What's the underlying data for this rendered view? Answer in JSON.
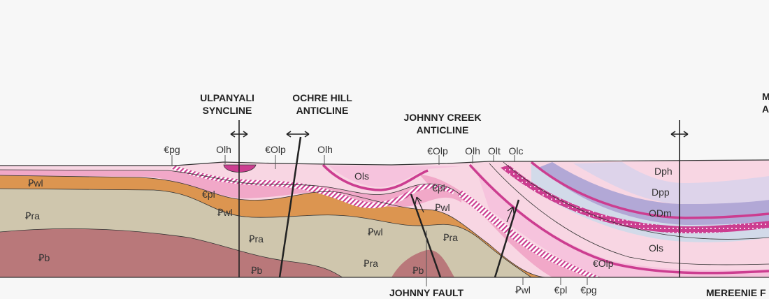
{
  "structures": {
    "ulpanyali": [
      "ULPANYALI",
      "SYNCLINE"
    ],
    "ochre_hill": [
      "OCHRE HILL",
      "ANTICLINE"
    ],
    "johnny_creek": [
      "JOHNNY CREEK",
      "ANTICLINE"
    ],
    "right_cut": [
      "M",
      "A"
    ]
  },
  "faults": {
    "johnny": "JOHNNY FAULT",
    "mereenie": "MEREENIE F"
  },
  "surface_labels": [
    "€pg",
    "Olh",
    "€Olp",
    "Olh",
    "€Olp",
    "Olh",
    "Olt",
    "Olc"
  ],
  "bottom_labels": [
    "Ꝑwl",
    "€pl",
    "€pg"
  ],
  "unit_labels": {
    "left_wl": "Ꝑwl",
    "left_ra": "Ꝑra",
    "left_b": "Ꝑb",
    "syn_pl": "€pl",
    "syn_wl": "Ꝑwl",
    "mid_ra": "Ꝑra",
    "mid_b": "Ꝑb",
    "ols_top": "Ols",
    "ant_pl": "€pl",
    "ant_wl": "Ꝑwl",
    "val_wl": "Ꝑwl",
    "val_ra": "Ꝑra",
    "core_b": "Ꝑb",
    "core_ra": "Ꝑra",
    "dph": "Dph",
    "dpp": "Dpp",
    "odm": "ODm",
    "ols_right": "Ols",
    "colp_right": "€Olp"
  },
  "colors": {
    "background": "#f7f7f7",
    "Pb": "#b9787a",
    "Pra": "#cfc6ad",
    "Pwl": "#dc9550",
    "Cpl": "#f1a8c8",
    "COlp": "#f8d6e3",
    "Olh": "#cc3d90",
    "Ols": "#f6c3dd",
    "ODm": "#d2dae9",
    "Dpp": "#b2a8d6",
    "Dph": "#ddd3ea"
  }
}
